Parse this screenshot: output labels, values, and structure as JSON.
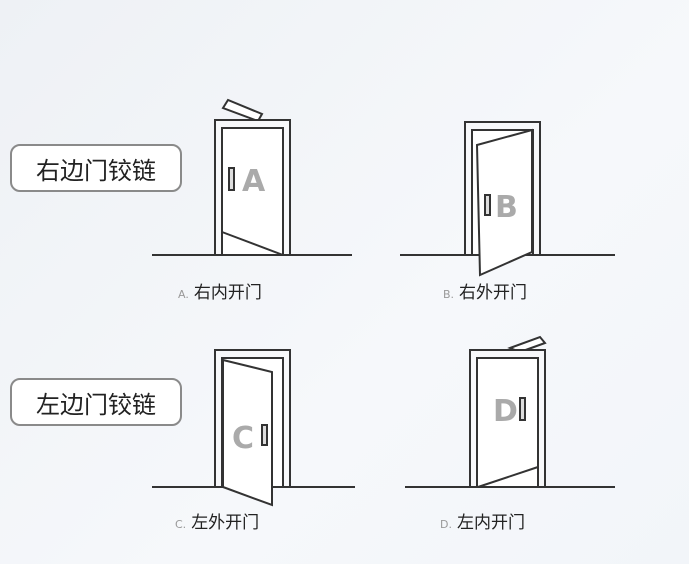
{
  "groups": [
    {
      "label": "右边门铰链"
    },
    {
      "label": "左边门铰链"
    }
  ],
  "doors": [
    {
      "letter": "A",
      "caption_prefix": "A.",
      "caption": "右内开门"
    },
    {
      "letter": "B",
      "caption_prefix": "B.",
      "caption": "右外开门"
    },
    {
      "letter": "C",
      "caption_prefix": "C.",
      "caption": "左外开门"
    },
    {
      "letter": "D",
      "caption_prefix": "D.",
      "caption": "左内开门"
    }
  ]
}
